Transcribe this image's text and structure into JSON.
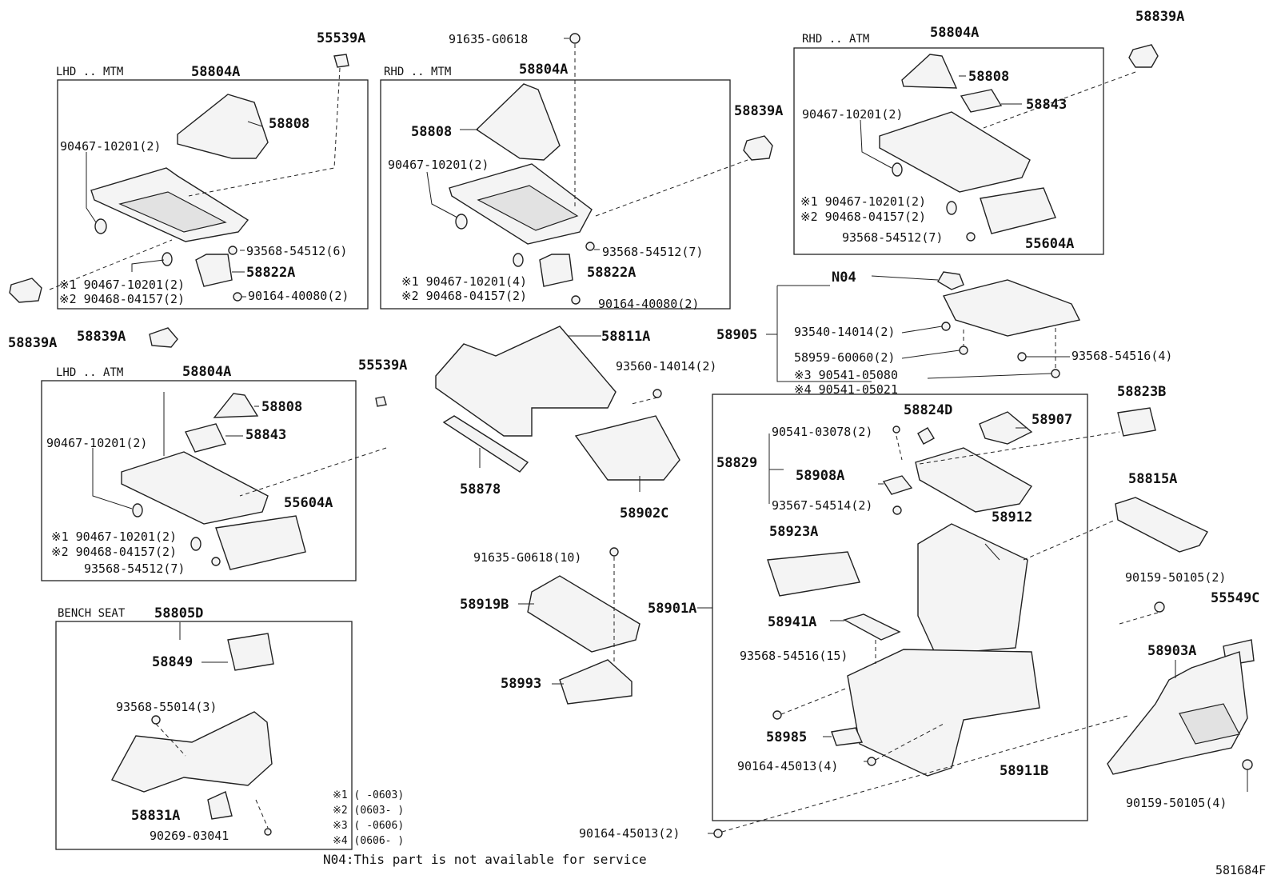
{
  "groups": {
    "lhd_mtm": "LHD .. MTM",
    "rhd_mtm": "RHD .. MTM",
    "rhd_atm": "RHD .. ATM",
    "lhd_atm": "LHD .. ATM",
    "bench_seat": "BENCH SEAT"
  },
  "parts": {
    "p_55539A_1": "55539A",
    "p_58804A_1": "58804A",
    "p_58808_1": "58808",
    "p_90467_1": "90467-10201(2)",
    "p_93568_1": "93568-54512(6)",
    "p_58822A_1": "58822A",
    "p_x1_1": "※1 90467-10201(2)",
    "p_x2_1": "※2 90468-04157(2)",
    "p_90164_1": "90164-40080(2)",
    "p_58839A_left": "58839A",
    "p_91635_top": "91635-G0618",
    "p_58804A_2": "58804A",
    "p_58808_2": "58808",
    "p_90467_2": "90467-10201(2)",
    "p_93568_2": "93568-54512(7)",
    "p_58822A_2": "58822A",
    "p_x1_2": "※1 90467-10201(4)",
    "p_x2_2": "※2 90468-04157(2)",
    "p_90164_2": "90164-40080(2)",
    "p_58839A_mid": "58839A",
    "p_58804A_3": "58804A",
    "p_58839A_topright": "58839A",
    "p_58808_3": "58808",
    "p_58843_3": "58843",
    "p_90467_3": "90467-10201(2)",
    "p_x1_3": "※1 90467-10201(2)",
    "p_x2_3": "※2 90468-04157(2)",
    "p_93568_3": "93568-54512(7)",
    "p_55604A_3": "55604A",
    "p_58839A_4": "58839A",
    "p_58804A_4": "58804A",
    "p_55539A_4": "55539A",
    "p_58808_4": "58808",
    "p_58843_4": "58843",
    "p_90467_4": "90467-10201(2)",
    "p_55604A_4": "55604A",
    "p_x1_4": "※1 90467-10201(2)",
    "p_x2_4": "※2 90468-04157(2)",
    "p_93568_4": "93568-54512(7)",
    "p_58805D": "58805D",
    "p_58849": "58849",
    "p_93568_55014": "93568-55014(3)",
    "p_58831A": "58831A",
    "p_90269": "90269-03041",
    "p_58811A": "58811A",
    "p_93560": "93560-14014(2)",
    "p_58878": "58878",
    "p_58902C": "58902C",
    "p_91635_10": "91635-G0618(10)",
    "p_58919B": "58919B",
    "p_58993": "58993",
    "p_58901A": "58901A",
    "p_N04": "N04",
    "p_58905": "58905",
    "p_93540": "93540-14014(2)",
    "p_58959": "58959-60060(2)",
    "p_x3": "※3  90541-05080",
    "p_x4": "※4  90541-05021",
    "p_93568_54516_4": "93568-54516(4)",
    "p_58824D": "58824D",
    "p_58907": "58907",
    "p_58823B": "58823B",
    "p_90541_03078": "90541-03078(2)",
    "p_58829": "58829",
    "p_58908A": "58908A",
    "p_93567": "93567-54514(2)",
    "p_58815A": "58815A",
    "p_58923A": "58923A",
    "p_58912": "58912",
    "p_58941A": "58941A",
    "p_93568_54516_15": "93568-54516(15)",
    "p_58985": "58985",
    "p_90164_45013_4": "90164-45013(4)",
    "p_58911B": "58911B",
    "p_90164_45013_2": "90164-45013(2)",
    "p_90159_2": "90159-50105(2)",
    "p_55549C": "55549C",
    "p_58903A": "58903A",
    "p_90159_4": "90159-50105(4)"
  },
  "notes": {
    "n1": "※1 (     -0603)",
    "n2": "※2 (0603-     )",
    "n3": "※3 (     -0606)",
    "n4": "※4 (0606-     )",
    "n04": "N04:This part is not available for service"
  },
  "figure_id": "581684F"
}
